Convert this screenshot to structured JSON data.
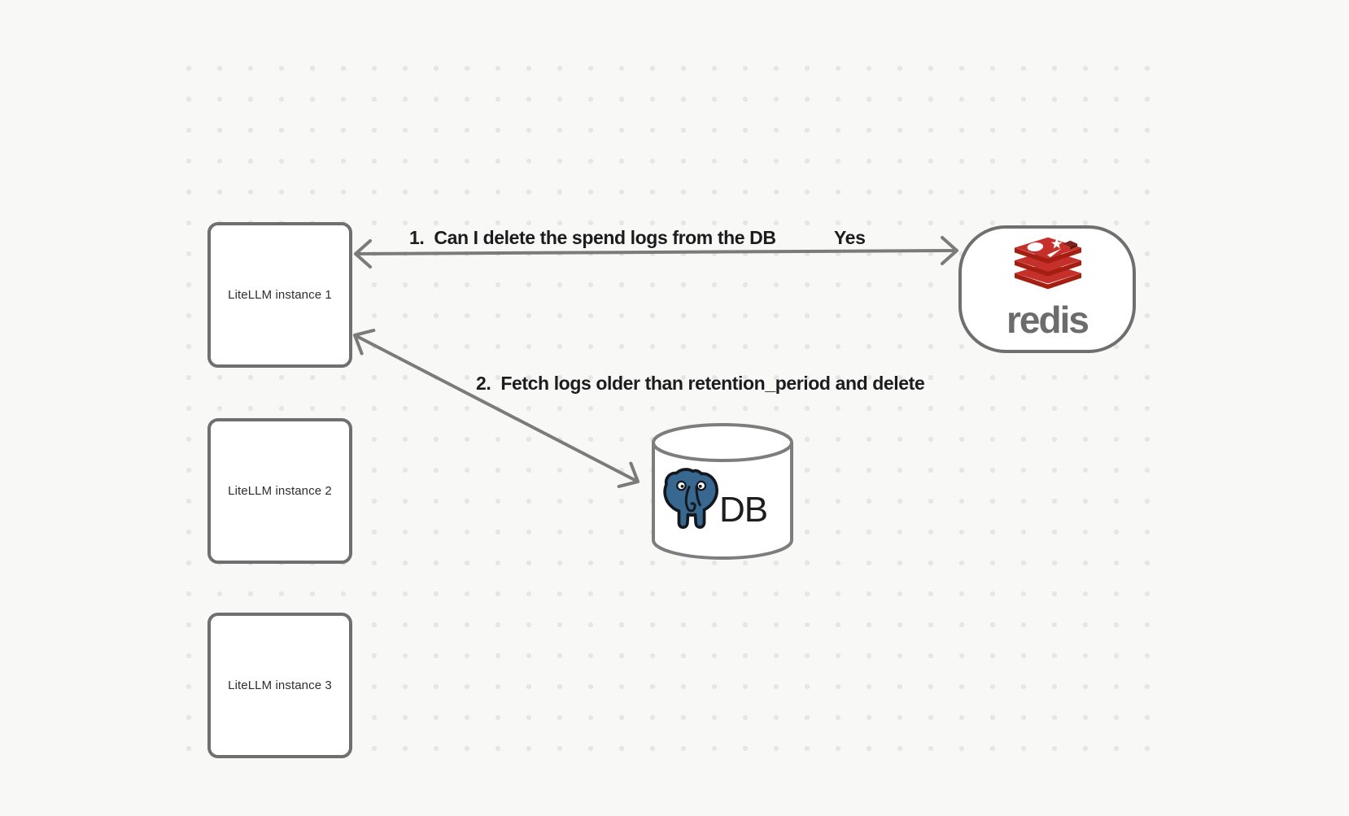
{
  "canvas": {
    "background": "#f8f8f6",
    "dot_color": "#e6e6e4"
  },
  "nodes": {
    "instances": [
      {
        "label": "LiteLLM instance 1"
      },
      {
        "label": "LiteLLM instance 2"
      },
      {
        "label": "LiteLLM instance 3"
      }
    ],
    "redis": {
      "icon": "redis-stack-logo",
      "wordmark": "redis",
      "red": "#C6302B",
      "dark_red": "#A41E11",
      "wordmark_color": "#6c6c6c"
    },
    "db": {
      "icon": "postgresql-elephant-logo",
      "label": "DB",
      "postgres_blue": "#38678f"
    }
  },
  "annotations": {
    "step1": "1.  Can I delete the spend logs from the DB",
    "step1_answer": "Yes",
    "step2": "2.  Fetch logs older than retention_period and delete"
  },
  "colors": {
    "shape_border": "#6f6f6f",
    "arrow": "#7b7b7b",
    "text": "#1c1c1e"
  }
}
